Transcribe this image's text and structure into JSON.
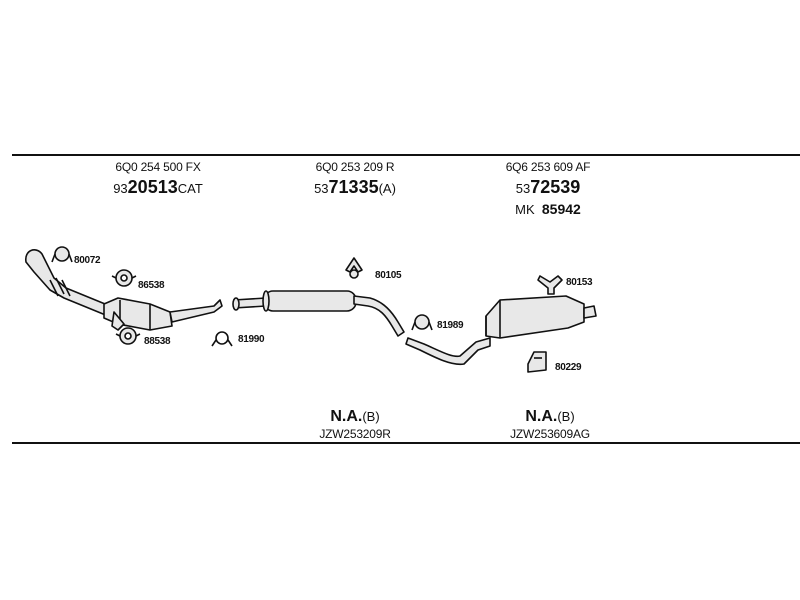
{
  "groups": [
    {
      "oe": "6Q0 254 500 FX",
      "num_prefix": "93",
      "num_main": "20513",
      "num_suffix": "CAT"
    },
    {
      "oe": "6Q0 253 209 R",
      "num_prefix": "53",
      "num_main": "71335",
      "num_suffix": "(A)"
    },
    {
      "oe": "6Q6 253 609 AF",
      "num_prefix": "53",
      "num_main": "72539",
      "num_suffix": "",
      "mk_prefix": "MK",
      "mk_value": "85942"
    }
  ],
  "parts": [
    "80072",
    "86538",
    "88538",
    "81990",
    "80105",
    "81989",
    "80153",
    "80229"
  ],
  "kits": [
    {
      "na": "N.A.",
      "suffix": "(B)",
      "code": "JZW253209R"
    },
    {
      "na": "N.A.",
      "suffix": "(B)",
      "code": "JZW253609AG"
    }
  ],
  "colors": {
    "line": "#111111",
    "part_fill": "#e8e8e8"
  }
}
